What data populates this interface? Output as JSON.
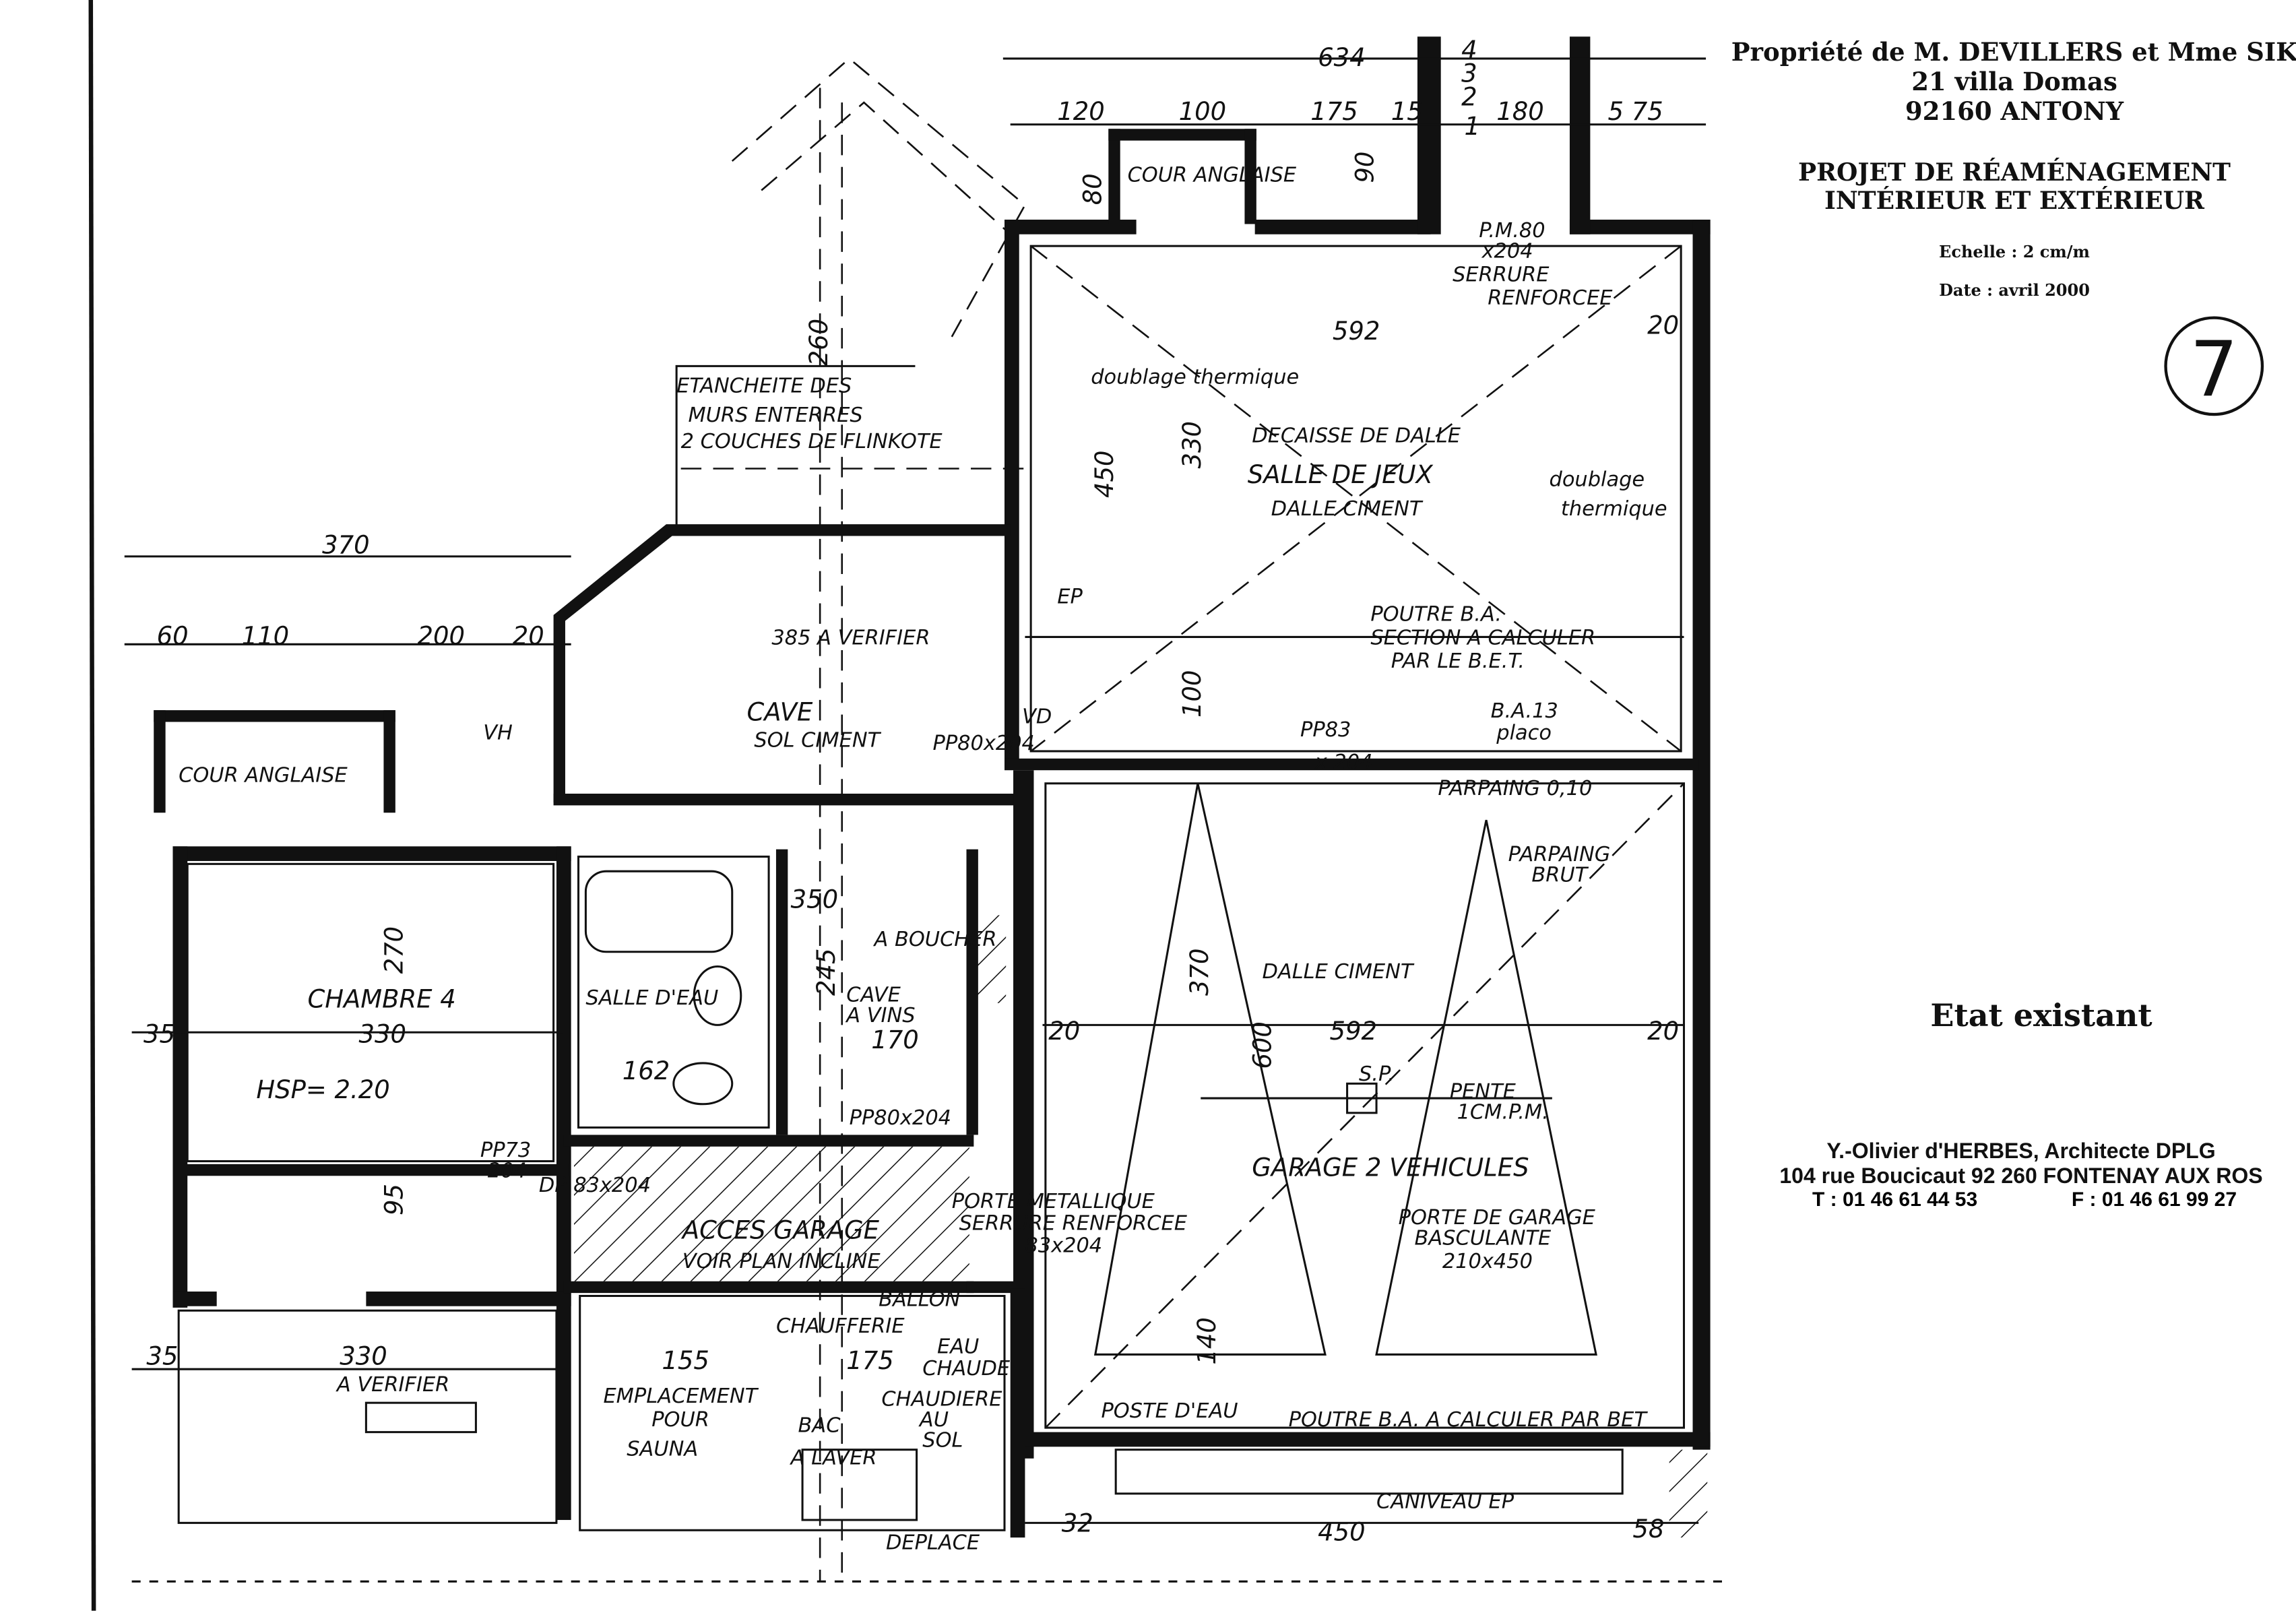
{
  "title_block": {
    "owner": "Propriété de M. DEVILLERS et Mme SIK",
    "street": "21 villa Domas",
    "city": "92160 ANTONY",
    "project_line1": "PROJET DE RÉAMÉNAGEMENT",
    "project_line2": "INTÉRIEUR ET EXTÉRIEUR",
    "scale": "Echelle : 2 cm/m",
    "date": "Date : avril 2000",
    "sheet_number": "7",
    "state": "Etat existant",
    "architect": "Y.-Olivier d'HERBES,  Architecte DPLG",
    "architect_address": "104 rue Boucicaut   92 260 FONTENAY AUX ROS",
    "phone": "T : 01 46 61 44 53",
    "fax": "F : 01 46 61 99 27"
  },
  "rooms": {
    "salle": "SALLE DE JEUX",
    "salle_sub": "DALLE CIMENT",
    "decaisse": "DECAISSE DE DALLE",
    "cave": "CAVE",
    "cave_sub": "SOL CIMENT",
    "chambre": "CHAMBRE 4",
    "hsp": "HSP= 2.20",
    "salle_eau": "SALLE D'EAU",
    "cave_vins": "CAVE",
    "cave_vins2": "A VINS",
    "garage": "GARAGE 2 VEHICULES",
    "dalle_ciment": "DALLE CIMENT",
    "acces": "ACCES GARAGE",
    "acces_sub": "VOIR PLAN INCLINE",
    "chaufferie": "CHAUFFERIE",
    "sauna1": "EMPLACEMENT",
    "sauna2": "POUR",
    "sauna3": "SAUNA",
    "cour1": "COUR ANGLAISE",
    "cour2": "COUR ANGLAISE"
  },
  "notes": {
    "etanch1": "ETANCHEITE DES",
    "etanch2": "MURS ENTERRES",
    "etanch3": "2 COUCHES DE FLINKOTE",
    "doublage1": "doublage thermique",
    "doublage2": "doublage",
    "doublage3": "thermique",
    "poutre1": "POUTRE B.A.",
    "poutre2": "SECTION A CALCULER",
    "poutre3": "PAR LE B.E.T.",
    "ba13a": "B.A.13",
    "ba13b": "placo",
    "parpaing": "PARPAING 0,10",
    "parpaing_brut1": "PARPAING",
    "parpaing_brut2": "BRUT",
    "pm80a": "P.M.80",
    "pm80b": "x204",
    "serrure1": "SERRURE",
    "serrure2": "RENFORCEE",
    "pp83a": "PP83",
    "pp83b": "x 204",
    "pp80": "PP80x204",
    "pp73a": "PP73",
    "pp73b": "204",
    "pp80b": "PP80x204",
    "porte_met1": "PORTE METALLIQUE",
    "porte_met2": "SERRURE RENFORCEE",
    "porte_met3": "83x204",
    "porte_garage1": "PORTE DE GARAGE",
    "porte_garage2": "BASCULANTE",
    "porte_garage3": "210x450",
    "pente1": "PENTE",
    "pente2": "1CM.P.M.",
    "sp": "S.P.",
    "poste": "POSTE D'EAU",
    "poutre_bet": "POUTRE B.A. A CALCULER PAR BET",
    "caniveau": "CANIVEAU EP",
    "ballon1": "BALLON",
    "ballon2": "EAU",
    "ballon3": "CHAUDE",
    "bac1": "BAC",
    "bac2": "A LAVER",
    "deplace": "DEPLACE",
    "verifier1": "A VERIFIER",
    "verifier2": "385 A VERIFIER",
    "boucher": "A BOUCHER",
    "dp": "DP 83x204",
    "ep": "EP",
    "vh": "VH",
    "vd": "VD",
    "chaud1": "CHAUDIERE",
    "chaud2": "AU",
    "chaud3": "SOL"
  },
  "dimensions": {
    "d634": "634",
    "d120": "120",
    "d100": "100",
    "d175": "175",
    "d15": "15",
    "d180": "180",
    "d575": "5 75",
    "d592a": "592",
    "d592b": "592",
    "d450": "450",
    "d330a": "330",
    "d370a": "370",
    "d60": "60",
    "d110": "110",
    "d200": "200",
    "d20": "20",
    "d260": "260",
    "d270": "270",
    "d330b": "330",
    "d35": "35",
    "d162": "162",
    "d170": "170",
    "d350": "350",
    "d245": "245",
    "d370b": "370",
    "d600": "600",
    "d330c": "330",
    "d155": "155",
    "d175b": "175",
    "d32": "32",
    "d450b": "450",
    "d58": "58",
    "d95": "95",
    "d100b": "100",
    "d140": "140",
    "d80": "80",
    "d90": "90",
    "d4": "4",
    "d3": "3",
    "d2": "2",
    "d1": "1"
  }
}
